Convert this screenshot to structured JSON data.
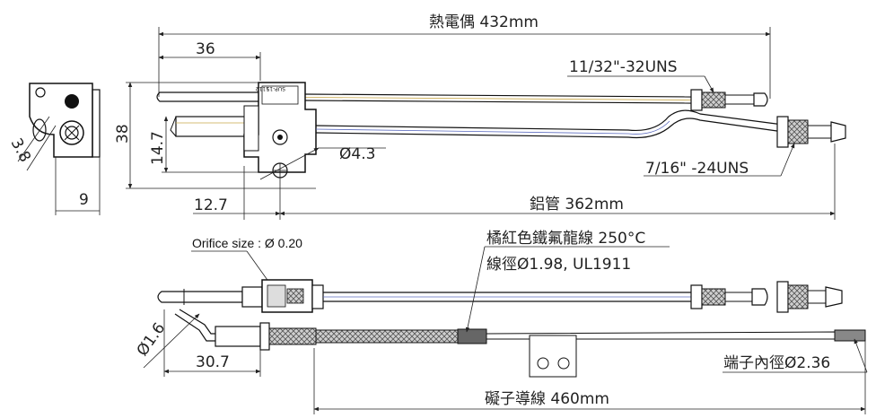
{
  "dimensions": {
    "thermocouple_length": "熱電偶 432mm",
    "top_36": "36",
    "thread_top": "11/32\"-32UNS",
    "thread_bottom": "7/16\" -24UNS",
    "height_38": "38",
    "height_14_7": "14.7",
    "hole_4_3": "Ø4.3",
    "side_3_8": "3.8",
    "side_9": "9",
    "bottom_12_7": "12.7",
    "aluminum_tube": "鋁管 362mm",
    "orifice_size": "Orifice size : Ø 0.20",
    "wire_color": "橘紅色鐵氟龍線 250°C",
    "wire_spec": "線徑Ø1.98, UL1911",
    "dia_1_6": "Ø1.6",
    "len_30_7": "30.7",
    "terminal_dia": "端子內徑Ø2.36",
    "ignition_wire": "礙子導線 460mm"
  },
  "part_labels": {
    "model_line1": "1112",
    "model_line2": "SUP-15"
  }
}
